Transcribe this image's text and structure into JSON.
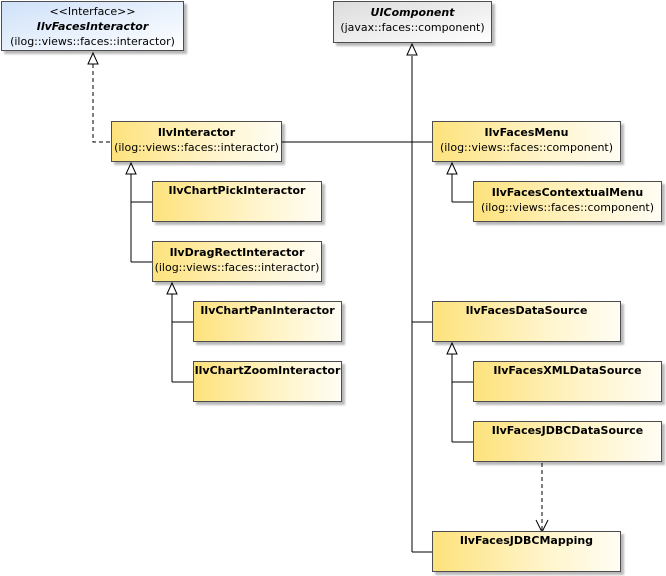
{
  "interface_box": {
    "stereotype": "<<Interface>>",
    "name": "IlvFacesInteractor",
    "package": "(ilog::views::faces::interactor)"
  },
  "ui_component": {
    "name": "UIComponent",
    "package": "(javax::faces::component)"
  },
  "classes": {
    "interactor": {
      "name": "IlvInteractor",
      "package": "(ilog::views::faces::interactor)"
    },
    "chart_pick": {
      "name": "IlvChartPickInteractor"
    },
    "drag_rect": {
      "name": "IlvDragRectInteractor",
      "package": "(ilog::views::faces::interactor)"
    },
    "chart_pan": {
      "name": "IlvChartPanInteractor"
    },
    "chart_zoom": {
      "name": "IlvChartZoomInteractor"
    },
    "faces_menu": {
      "name": "IlvFacesMenu",
      "package": "(ilog::views::faces::component)"
    },
    "contextual_menu": {
      "name": "IlvFacesContextualMenu",
      "package": "(ilog::views::faces::component)"
    },
    "data_source": {
      "name": "IlvFacesDataSource"
    },
    "xml_data_source": {
      "name": "IlvFacesXMLDataSource"
    },
    "jdbc_data_source": {
      "name": "IlvFacesJDBCDataSource"
    },
    "jdbc_mapping": {
      "name": "IlvFacesJDBCMapping"
    }
  }
}
